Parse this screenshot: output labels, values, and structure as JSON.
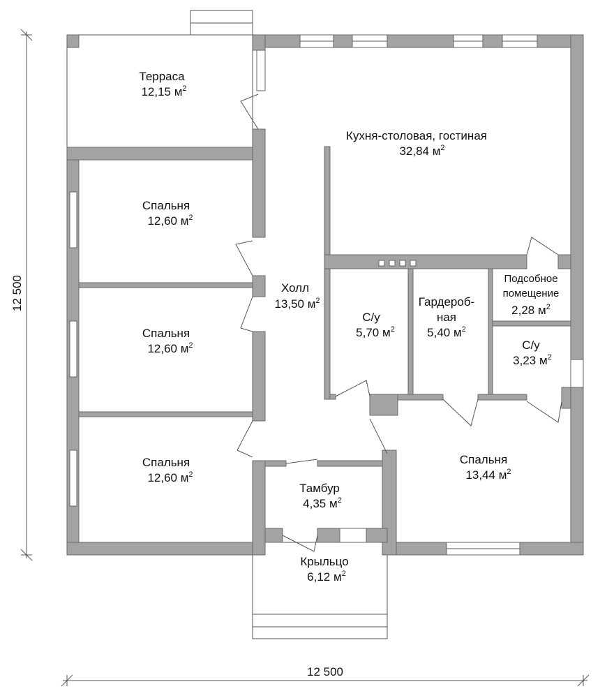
{
  "plan": {
    "dimensions": {
      "width_label": "12 500",
      "height_label": "12 500"
    },
    "area_unit": "м",
    "area_superscript": "2",
    "rooms": [
      {
        "name": "Терраса",
        "area": "12,15"
      },
      {
        "name": "Кухня-столовая, гостиная",
        "area": "32,84"
      },
      {
        "name": "Спальня",
        "area": "12,60"
      },
      {
        "name": "Холл",
        "area": "13,50"
      },
      {
        "name": "Спальня",
        "area": "12,60"
      },
      {
        "name": "Спальня",
        "area": "12,60"
      },
      {
        "name": "С/у",
        "area": "5,70"
      },
      {
        "name": "Гардероб-",
        "name2": "ная",
        "area": "5,40"
      },
      {
        "name": "Подсобное",
        "name2": "помещение",
        "area": "2,28"
      },
      {
        "name": "С/у",
        "area": "3,23"
      },
      {
        "name": "Спальня",
        "area": "13,44"
      },
      {
        "name": "Тамбур",
        "area": "4,35"
      },
      {
        "name": "Крыльцо",
        "area": "6,12"
      }
    ]
  }
}
